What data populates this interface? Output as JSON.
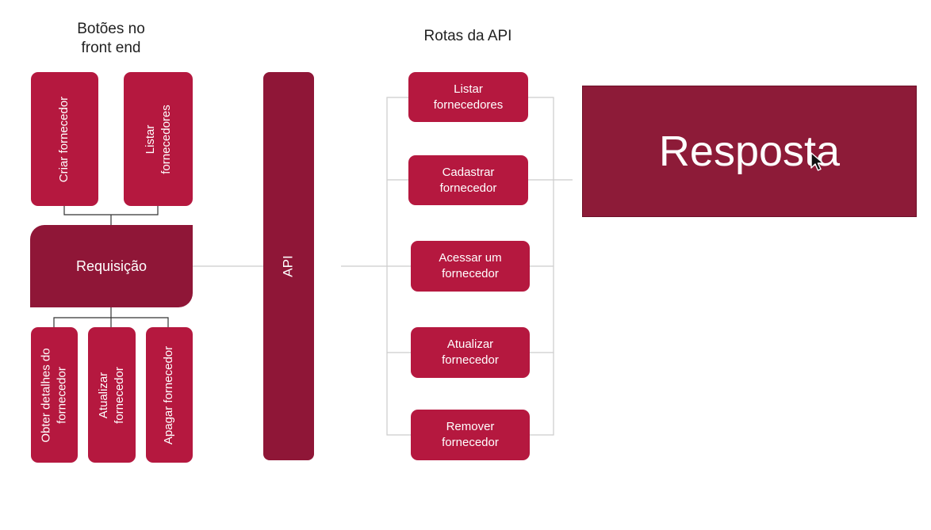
{
  "headings": {
    "frontend": [
      "Botões no",
      "front end"
    ],
    "api_routes": "Rotas da API"
  },
  "frontend_buttons_top": [
    {
      "lines": [
        "Criar fornecedor"
      ]
    },
    {
      "lines": [
        "Listar",
        "fornecedores"
      ]
    }
  ],
  "request": {
    "label": "Requisição"
  },
  "frontend_buttons_bottom": [
    {
      "lines": [
        "Obter detalhes do",
        "fornecedor"
      ]
    },
    {
      "lines": [
        "Atualizar",
        "fornecedor"
      ]
    },
    {
      "lines": [
        "Apagar fornecedor"
      ]
    }
  ],
  "api": {
    "label": "API"
  },
  "routes": [
    {
      "lines": [
        "Listar",
        "fornecedores"
      ]
    },
    {
      "lines": [
        "Cadastrar",
        "fornecedor"
      ]
    },
    {
      "lines": [
        "Acessar um",
        "fornecedor"
      ]
    },
    {
      "lines": [
        "Atualizar",
        "fornecedor"
      ]
    },
    {
      "lines": [
        "Remover",
        "fornecedor"
      ]
    }
  ],
  "response": {
    "label": "Resposta"
  },
  "colors": {
    "button": "#b5183f",
    "dark": "#8f1637",
    "response": "#8d1b38",
    "connector": "#cccccc",
    "connector_dark": "#333333"
  }
}
